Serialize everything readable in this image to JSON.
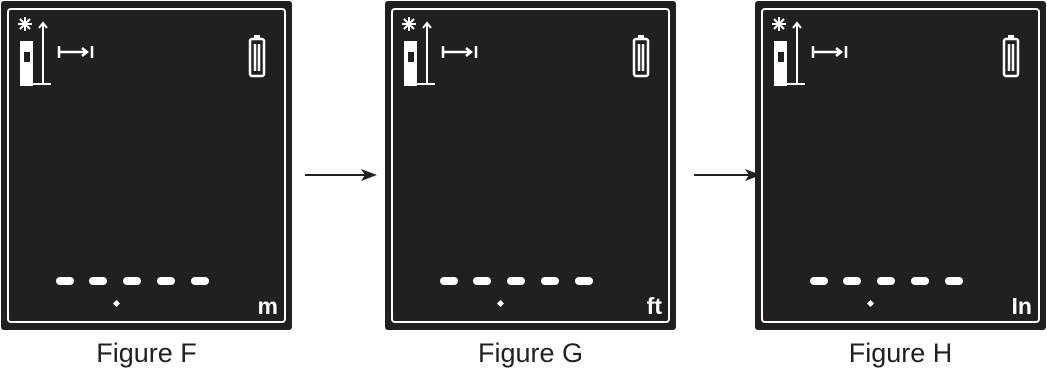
{
  "figures": [
    {
      "unit": "m",
      "caption": "Figure F"
    },
    {
      "unit": "ft",
      "caption": "Figure G"
    },
    {
      "unit": "In",
      "caption": "Figure H"
    }
  ],
  "icons": {
    "reference_icon": "laser-reference-point-icon",
    "measure_icon": "distance-measure-icon",
    "battery_icon": "battery-icon",
    "arrow_icon": "right-arrow-icon"
  },
  "colors": {
    "screen": "#231f20",
    "display_text": "#ffffff",
    "caption_text": "#231f20"
  }
}
